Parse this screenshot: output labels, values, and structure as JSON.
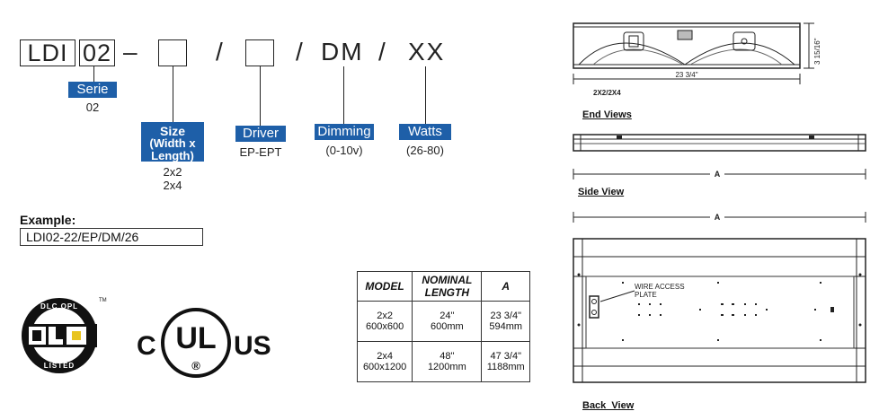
{
  "code": {
    "prefix": "LDI",
    "series_value": "02",
    "dash": "–",
    "slash1": "/",
    "slash2": "/",
    "slash3": "/",
    "dimming_code": "DM",
    "watts_code": "XX"
  },
  "tags": {
    "serie": {
      "label": "Serie",
      "sub": "02"
    },
    "size": {
      "label_line1": "Size",
      "label_line2": "(Width x",
      "label_line3": "Length)",
      "sub_line1": "2x2",
      "sub_line2": "2x4"
    },
    "driver": {
      "label": "Driver",
      "sub": "EP-EPT"
    },
    "dimming": {
      "label": "Dimming",
      "sub": "(0-10v)"
    },
    "watts": {
      "label": "Watts",
      "sub": "(26-80)"
    }
  },
  "example": {
    "label": "Example:",
    "value": "LDI02-22/EP/DM/26"
  },
  "logos": {
    "dlc_main": "DLC",
    "dlc_top": "DLC QPL",
    "dlc_bottom": "LISTED",
    "dlc_tm": "TM",
    "ul_c": "C",
    "ul_main": "UL",
    "ul_r": "®",
    "ul_us": "US"
  },
  "table": {
    "headers": [
      "MODEL",
      "NOMINAL LENGTH",
      "A"
    ],
    "rows": [
      {
        "model_l1": "2x2",
        "model_l2": "600x600",
        "len_l1": "24\"",
        "len_l2": "600mm",
        "a_l1": "23 3/4\"",
        "a_l2": "594mm"
      },
      {
        "model_l1": "2x4",
        "model_l2": "600x1200",
        "len_l1": "48\"",
        "len_l2": "1200mm",
        "a_l1": "47 3/4\"",
        "a_l2": "1188mm"
      }
    ]
  },
  "drawings": {
    "end_height_dim": "3 15/16\"",
    "end_width_dim": "23 3/4\"",
    "end_model": "2X2/2X4",
    "end_caption": "End Views",
    "side_dim": "A",
    "side_caption": "Side View",
    "back_dim": "A",
    "wire_label_l1": "WIRE ACCESS",
    "wire_label_l2": "PLATE",
    "back_caption": "Back  View"
  },
  "colors": {
    "tag_blue": "#1e5fa8",
    "line": "#222222"
  }
}
